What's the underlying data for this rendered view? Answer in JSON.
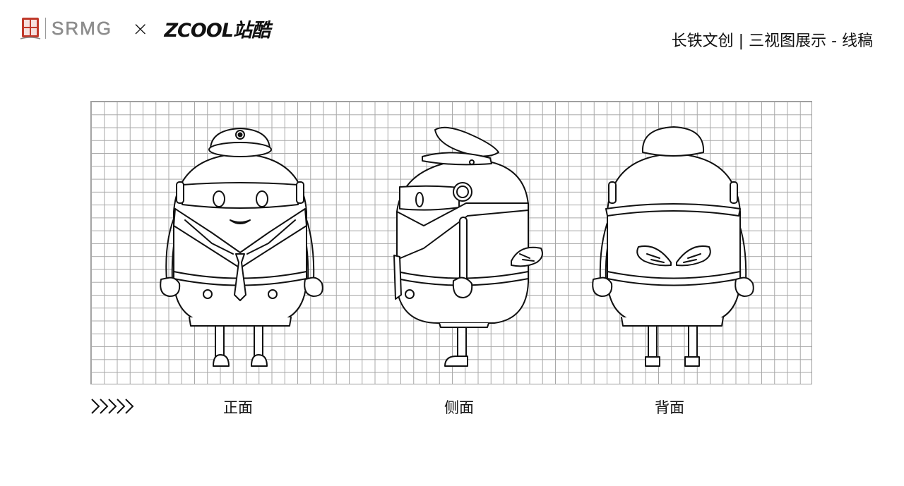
{
  "header": {
    "brand_left": "SRMG",
    "separator": "×",
    "brand_right": "ZCOOL站酷",
    "title": "长铁文创 | 三视图展示 - 线稿"
  },
  "views": [
    {
      "label": "正面"
    },
    {
      "label": "侧面"
    },
    {
      "label": "背面"
    }
  ],
  "decor": {
    "arrows_icon": "chevron-arrows-icon",
    "seal_icon": "red-seal-icon"
  },
  "colors": {
    "seal_red": "#c0392b",
    "line": "#111111",
    "grid": "#a8a8a8",
    "brand_gray": "#8d8d8d"
  }
}
